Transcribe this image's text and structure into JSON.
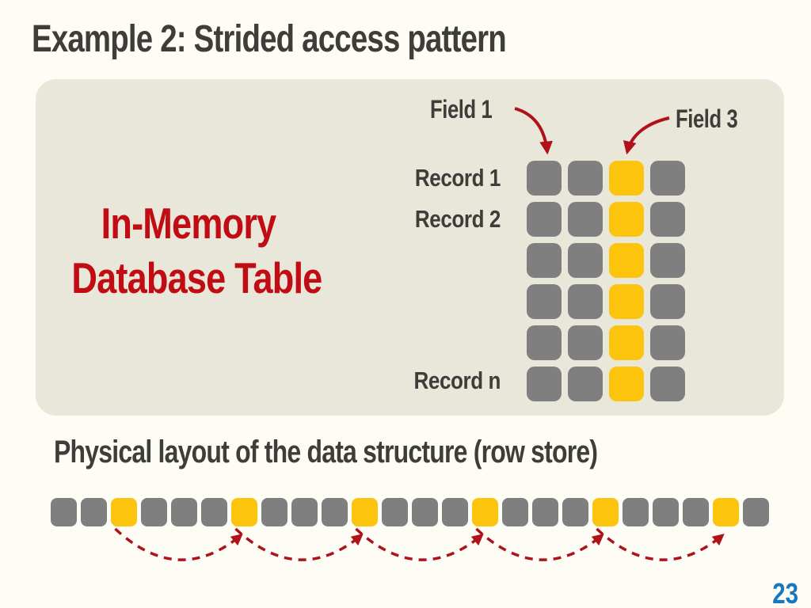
{
  "slide": {
    "title": "Example 2: Strided access pattern",
    "page_number": "23"
  },
  "table_diagram": {
    "table_title_line1": "In-Memory",
    "table_title_line2": "Database Table",
    "field1_label": "Field 1",
    "field3_label": "Field 3",
    "record_labels": [
      "Record 1",
      "Record 2",
      "Record n"
    ],
    "grid": {
      "rows": 6,
      "cols": 4,
      "highlighted_col": 2
    }
  },
  "physical_layout": {
    "heading": "Physical layout of the data structure (row store)",
    "cell_count": 24,
    "highlighted_cells": [
      2,
      6,
      10,
      14,
      18,
      22
    ]
  },
  "colors": {
    "panel_background": "#e9e7da",
    "cell_gray": "#7f7f7f",
    "cell_yellow": "#fcc40d",
    "accent_red": "#c00c12",
    "arrow_red": "#b0121a",
    "heading_gray": "#3e3d39",
    "page_number_blue": "#1778be"
  }
}
